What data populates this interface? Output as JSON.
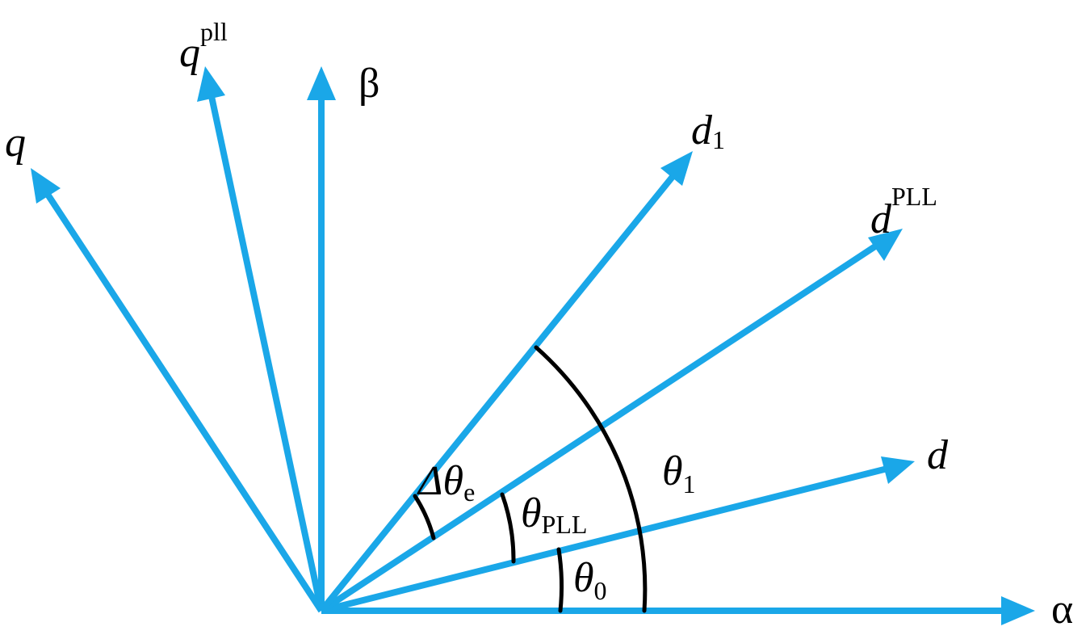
{
  "diagram": {
    "axes": {
      "alpha": {
        "label": "α"
      },
      "beta": {
        "label": "β"
      },
      "d": {
        "label": "d"
      },
      "q": {
        "label": "q"
      },
      "d1": {
        "label": "d",
        "sub": "1"
      },
      "dpll": {
        "label": "d",
        "sup": "PLL"
      },
      "qpll": {
        "label": "q",
        "sup": "pll"
      }
    },
    "angles": {
      "theta0": {
        "label": "θ",
        "sub": "0"
      },
      "thetaPLL": {
        "label": "θ",
        "sub": "PLL"
      },
      "theta1": {
        "label": "θ",
        "sub": "1"
      },
      "deltaTheta": {
        "label": "Δθ",
        "sub": "e"
      }
    },
    "colors": {
      "axis": "#1aa7e8",
      "arc": "#000000",
      "text": "#000000",
      "background": "#ffffff"
    }
  }
}
